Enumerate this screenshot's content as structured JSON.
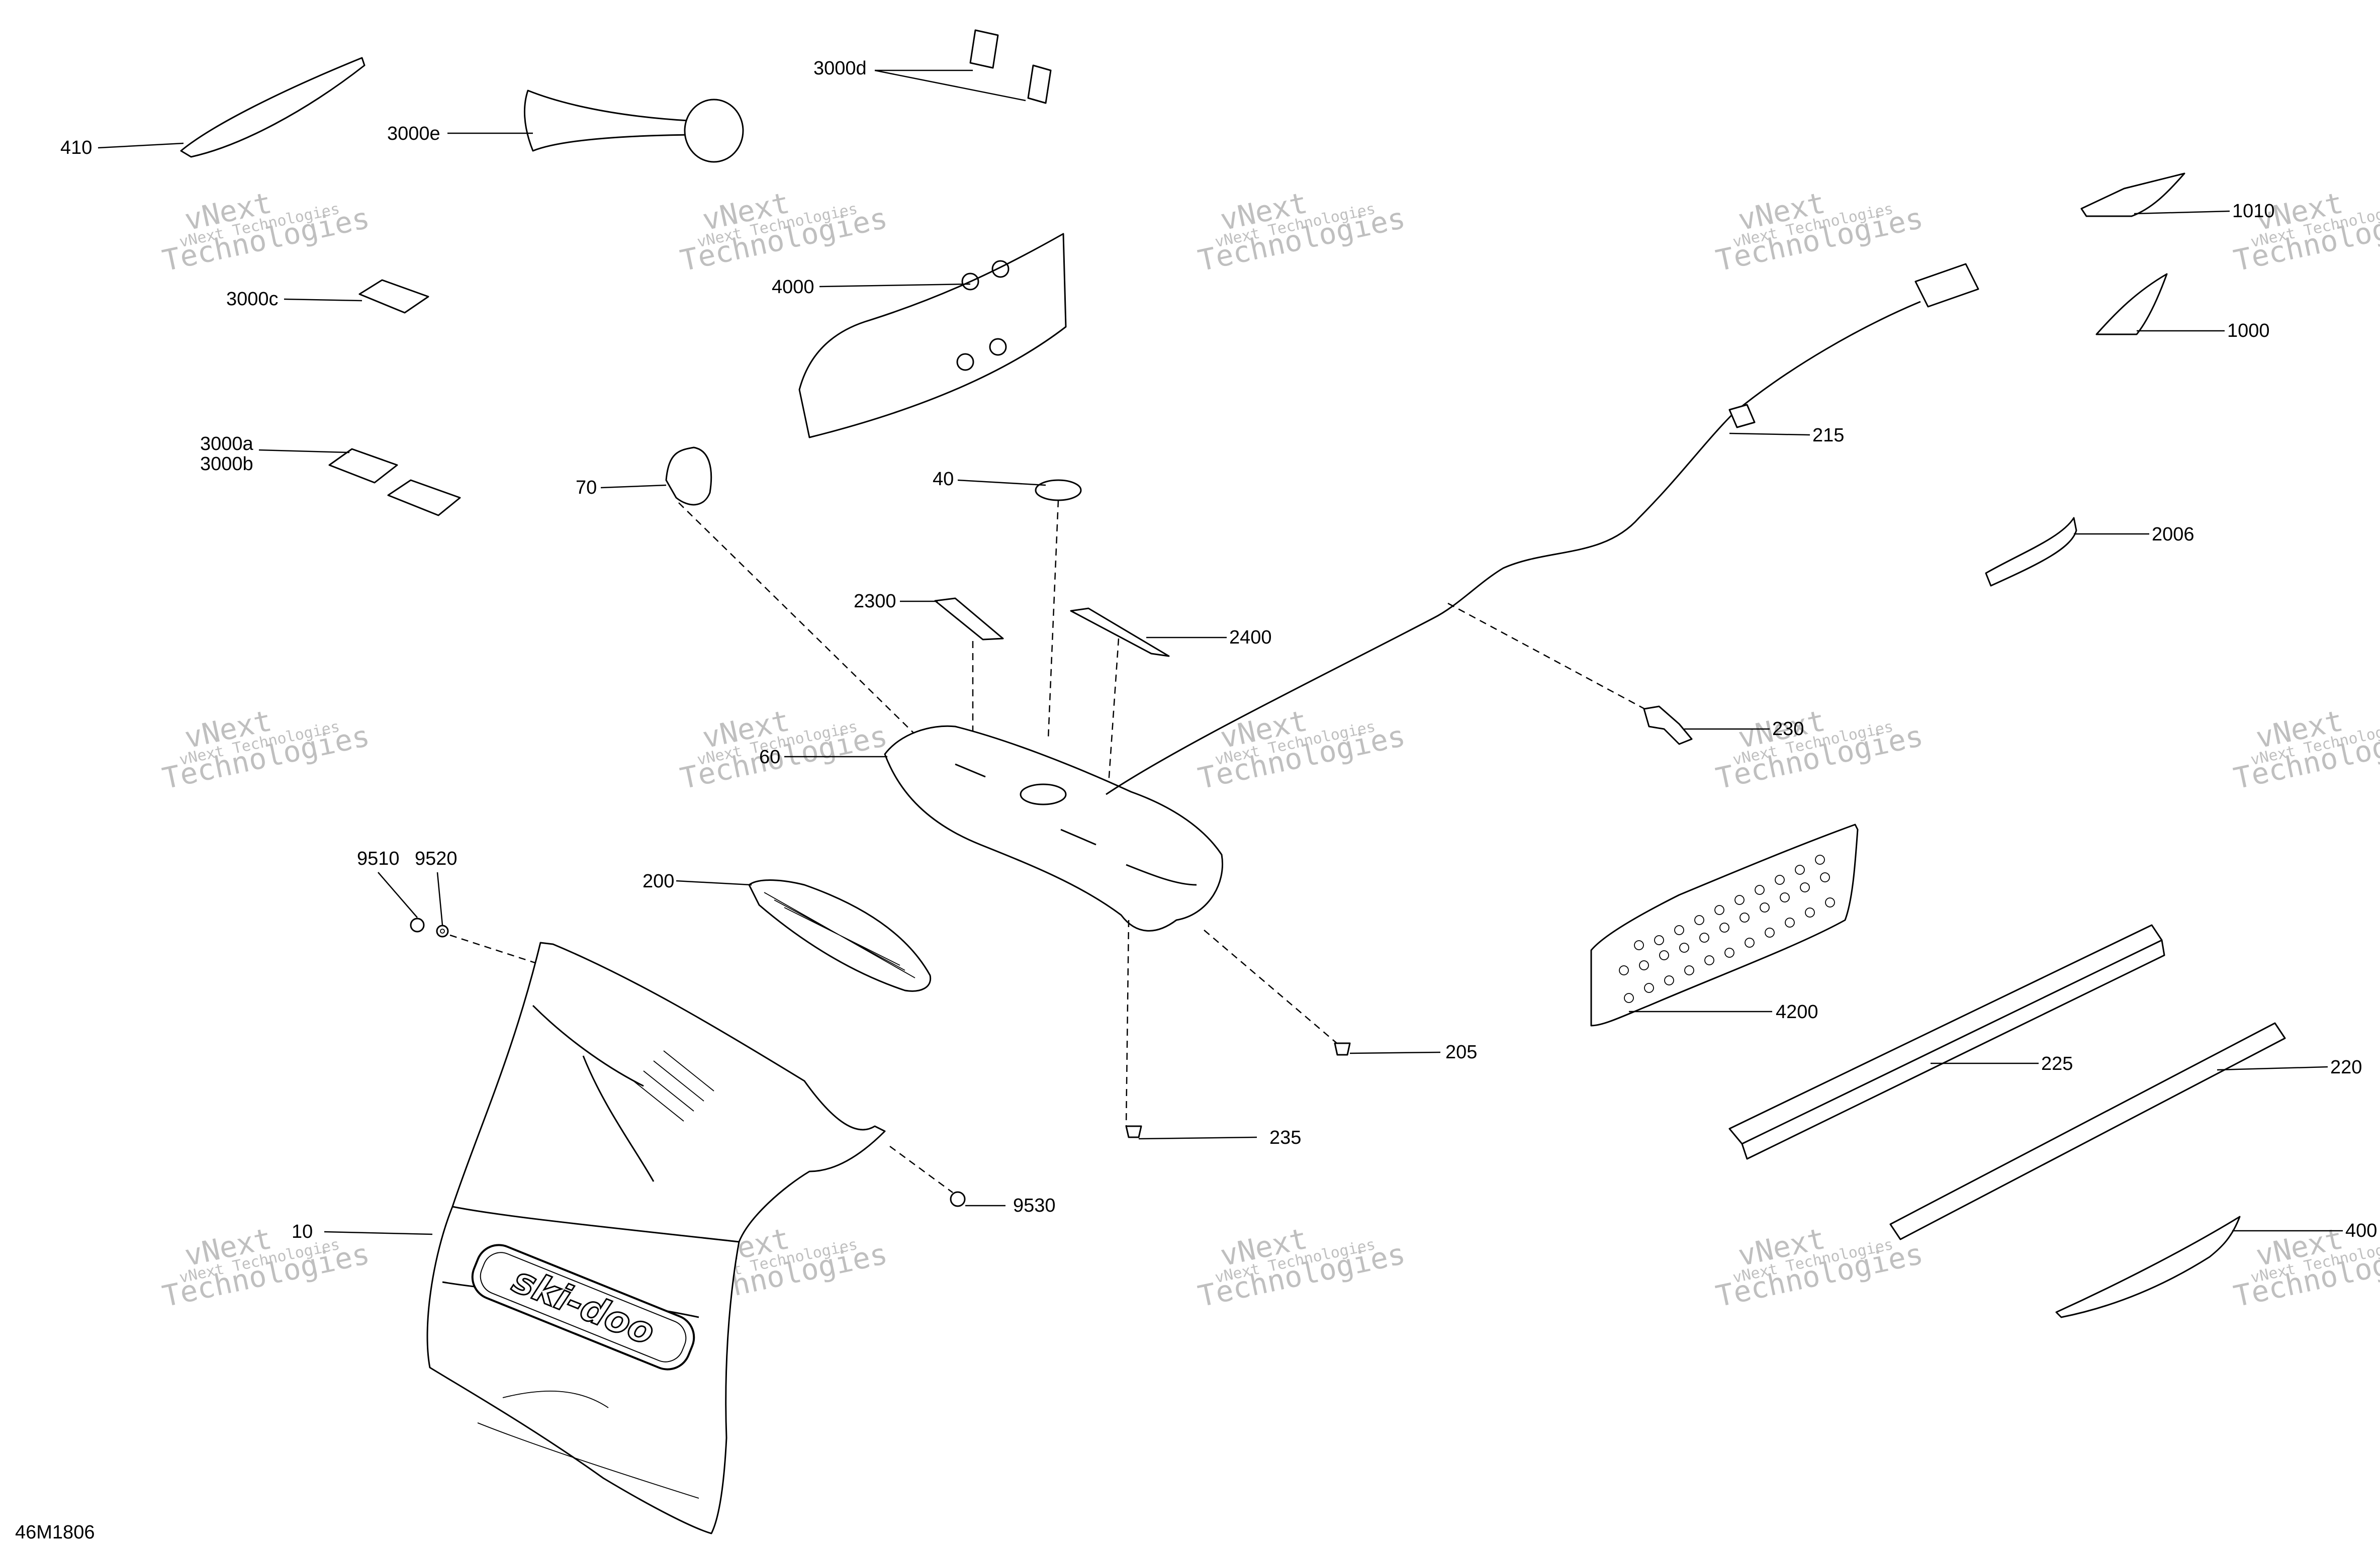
{
  "diagram_code": "46M1806",
  "watermark": {
    "line1": "vNext",
    "line2": "vNext Technologies",
    "line3": "Technologies"
  },
  "callouts": {
    "p410": "410",
    "p3000e": "3000e",
    "p3000d": "3000d",
    "p3000c": "3000c",
    "p3000a": "3000a",
    "p3000b": "3000b",
    "p4000": "4000",
    "p70": "70",
    "p40": "40",
    "p2300": "2300",
    "p2400": "2400",
    "p60": "60",
    "p200": "200",
    "p9510": "9510",
    "p9520": "9520",
    "p10": "10",
    "p9530": "9530",
    "p235": "235",
    "p205": "205",
    "p215": "215",
    "p230": "230",
    "p1010": "1010",
    "p1000": "1000",
    "p2006": "2006",
    "p4200": "4200",
    "p225": "225",
    "p220": "220",
    "p400": "400"
  },
  "brand_decal": "ski-doo"
}
